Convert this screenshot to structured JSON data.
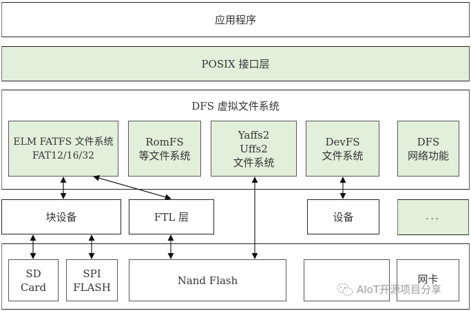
{
  "diagram": {
    "application_layer": "应用程序",
    "posix_layer": "POSIX 接口层",
    "dfs_container": {
      "title": "DFS 虚拟文件系统",
      "filesystems": [
        {
          "id": "elm-fatfs",
          "label": "ELM FATFS 文件系统\nFAT12/16/32"
        },
        {
          "id": "romfs",
          "label": "RomFS\n等文件系统"
        },
        {
          "id": "yaffs2-uffs2",
          "label": "Yaffs2\nUffs2\n文件系统"
        },
        {
          "id": "devfs",
          "label": "DevFS\n文件系统"
        },
        {
          "id": "dfs-network",
          "label": "DFS\n网络功能"
        }
      ]
    },
    "middle_layer": [
      {
        "id": "block-device",
        "label": "块设备"
      },
      {
        "id": "ftl-layer",
        "label": "FTL 层"
      },
      {
        "id": "device",
        "label": "设备"
      },
      {
        "id": "ellipsis",
        "label": "..."
      }
    ],
    "hardware_layer": [
      {
        "id": "sd-card",
        "label": "SD\nCard"
      },
      {
        "id": "spi-flash",
        "label": "SPI\nFLASH"
      },
      {
        "id": "nand-flash",
        "label": "Nand Flash"
      },
      {
        "id": "empty",
        "label": ""
      },
      {
        "id": "nic",
        "label": "网卡"
      }
    ],
    "connections": [
      {
        "from": "elm-fatfs",
        "to": "block-device",
        "type": "bidirectional"
      },
      {
        "from": "elm-fatfs",
        "to": "ftl-layer",
        "type": "bidirectional"
      },
      {
        "from": "yaffs2-uffs2",
        "to": "nand-flash",
        "type": "bidirectional"
      },
      {
        "from": "devfs",
        "to": "device",
        "type": "bidirectional"
      },
      {
        "from": "block-device",
        "to": "sd-card",
        "type": "bidirectional"
      },
      {
        "from": "block-device",
        "to": "spi-flash",
        "type": "bidirectional"
      },
      {
        "from": "ftl-layer",
        "to": "nand-flash",
        "type": "bidirectional"
      }
    ],
    "colors": {
      "green_fill": "#E2EFDA",
      "border": "#222222"
    }
  },
  "watermark": {
    "text": "AIoT开源项目分享",
    "icon": "wechat-icon"
  }
}
